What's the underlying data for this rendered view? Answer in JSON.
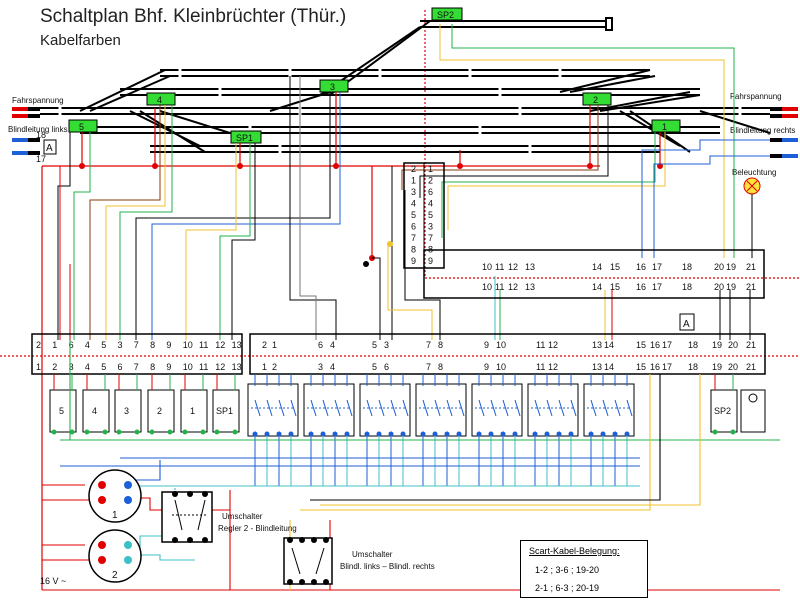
{
  "header": {
    "title": "Schaltplan Bhf. Kleinbrüchter (Thür.)",
    "subtitle": "Kabelfarben"
  },
  "labels": {
    "fahrspannung_left": "Fahrspannung",
    "fahrspannung_right": "Fahrspannung",
    "blindleitung_links": "Blindleitung links",
    "blindleitung_rechts": "Blindleitung rechts",
    "beleuchtung": "Beleuchtung",
    "a_left": "A",
    "a_mid": "A",
    "num_18": "18",
    "num_17": "17",
    "supply": "16 V ~",
    "umschalter1_title": "Umschalter",
    "umschalter1_sub": "Regler 2 - Blindleitung",
    "umschalter2_title": "Umschalter",
    "umschalter2_sub": "Blindl. links – Blindl. rechts",
    "connector1": "1",
    "connector2": "2"
  },
  "switch_labels": {
    "s5": "5",
    "s4": "4",
    "s3": "3",
    "s2": "2",
    "s1": "1",
    "sp1": "SP1",
    "sp2": "SP2"
  },
  "track_labels": {
    "t5": "5",
    "t4": "4",
    "t3": "3",
    "t2": "2",
    "t1": "1",
    "sp1": "SP1",
    "sp2": "SP2"
  },
  "left_block": {
    "top": [
      "2",
      "1",
      "6",
      "4",
      "5",
      "3",
      "7",
      "8",
      "9",
      "10",
      "11",
      "12",
      "13"
    ],
    "bottom": [
      "1",
      "2",
      "3",
      "4",
      "5",
      "6",
      "7",
      "8",
      "9",
      "10",
      "11",
      "12",
      "13"
    ]
  },
  "right_block": {
    "top": [
      "2",
      "1",
      "6",
      "4",
      "5",
      "3",
      "7",
      "8",
      "9",
      "10",
      "11",
      "12",
      "13",
      "14",
      "15",
      "16",
      "17",
      "18",
      "19",
      "20",
      "21"
    ],
    "bottom": [
      "1",
      "2",
      "3",
      "4",
      "5",
      "6",
      "7",
      "8",
      "9",
      "10",
      "11",
      "12",
      "13",
      "14",
      "15",
      "16",
      "17",
      "18",
      "19",
      "20",
      "21"
    ]
  },
  "mid_block": {
    "left_col": [
      "2",
      "1",
      "3",
      "4",
      "5",
      "6",
      "7",
      "8",
      "9"
    ],
    "right_col": [
      "1",
      "2",
      "6",
      "4",
      "5",
      "3",
      "7",
      "8",
      "9"
    ],
    "row_top": [
      "10",
      "11",
      "12",
      "13",
      "14",
      "15",
      "16",
      "17",
      "18",
      "20",
      "19",
      "21"
    ],
    "row_bottom": [
      "10",
      "11",
      "12",
      "13",
      "14",
      "15",
      "16",
      "17",
      "18",
      "20",
      "19",
      "21"
    ]
  },
  "scart": {
    "heading": "Scart-Kabel-Belegung:",
    "line1": "1-2 ; 3-6 ; 19-20",
    "line2": "2-1 ; 6-3 ; 20-19"
  },
  "colors": {
    "red": "#e00000",
    "green": "#22b14c",
    "blue": "#1c5fd6",
    "cyan": "#3cc0c8",
    "yellow": "#f2c12e",
    "brown": "#8a3b12",
    "black": "#000000",
    "grey": "#777777",
    "track_green": "#33dd33"
  }
}
